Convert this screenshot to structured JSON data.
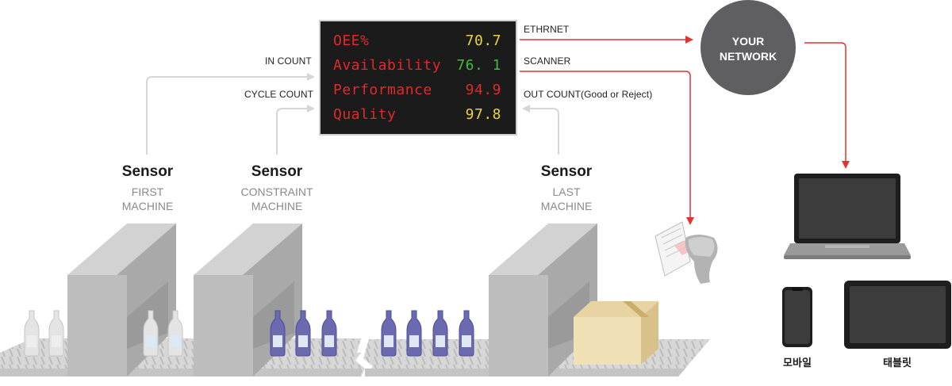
{
  "display": {
    "metrics": [
      {
        "label": "OEE%",
        "value": "70.7",
        "value_color": "#e7d542"
      },
      {
        "label": "Availability",
        "value": "76. 1",
        "value_color": "#3cbf3c"
      },
      {
        "label": "Performance",
        "value": "94.9",
        "value_color": "#e02a2a"
      },
      {
        "label": "Quality",
        "value": "97.8",
        "value_color": "#e7d542"
      }
    ]
  },
  "connections": {
    "in_count": "IN COUNT",
    "cycle_count": "CYCLE COUNT",
    "ethernet": "ETHRNET",
    "scanner": "SCANNER",
    "out_count": "OUT COUNT(Good or Reject)"
  },
  "sensors": [
    {
      "title": "Sensor",
      "line1": "FIRST",
      "line2": "MACHINE"
    },
    {
      "title": "Sensor",
      "line1": "CONSTRAINT",
      "line2": "MACHINE"
    },
    {
      "title": "Sensor",
      "line1": "LAST",
      "line2": "MACHINE"
    }
  ],
  "network": {
    "line1": "YOUR",
    "line2": "NETWORK"
  },
  "devices": {
    "mobile": "모바일",
    "tablet": "태블릿"
  },
  "colors": {
    "arrow_red": "#e03333",
    "arrow_gray": "#d6d6d6",
    "machine": "#b9b9b9",
    "network_circle": "#5f5f62"
  }
}
